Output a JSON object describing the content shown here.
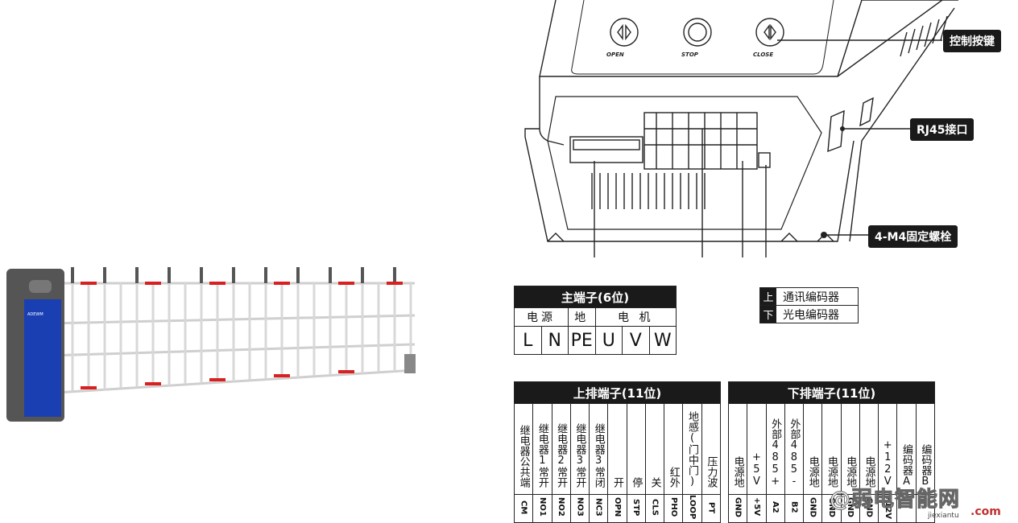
{
  "controller": {
    "buttons": [
      {
        "label": "OPEN"
      },
      {
        "label": "STOP"
      },
      {
        "label": "CLOSE"
      }
    ]
  },
  "callouts": {
    "control_buttons": "控制按键",
    "rj45": "RJ45接口",
    "bolts": "4-M4固定螺栓"
  },
  "main_terminal": {
    "title": "主端子(6位)",
    "groups": [
      "电源",
      "地",
      "电 机"
    ],
    "pins": [
      "L",
      "N",
      "PE",
      "U",
      "V",
      "W"
    ]
  },
  "encoder": {
    "upper_key": "上",
    "upper_label": "通讯编码器",
    "lower_key": "下",
    "lower_label": "光电编码器"
  },
  "upper_terminal": {
    "title": "上排端子(11位)",
    "pins": [
      {
        "desc": "继电器公共端",
        "code": "CM"
      },
      {
        "desc": "继电器1常开",
        "code": "NO1"
      },
      {
        "desc": "继电器2常开",
        "code": "NO2"
      },
      {
        "desc": "继电器3常开",
        "code": "NO3"
      },
      {
        "desc": "继电器3常闭",
        "code": "NC3"
      },
      {
        "desc": "开",
        "code": "OPN"
      },
      {
        "desc": "停",
        "code": "STP"
      },
      {
        "desc": "关",
        "code": "CLS"
      },
      {
        "desc": "红外",
        "code": "PHO"
      },
      {
        "desc": "地感(门中门)",
        "code": "LOOP"
      },
      {
        "desc": "压力波",
        "code": "PT"
      }
    ]
  },
  "lower_terminal": {
    "title": "下排端子(11位)",
    "pins": [
      {
        "desc": "电源地",
        "code": "GND"
      },
      {
        "desc": "+5V",
        "code": "+5V"
      },
      {
        "desc": "外部485+",
        "code": "A2"
      },
      {
        "desc": "外部485-",
        "code": "B2"
      },
      {
        "desc": "电源地",
        "code": "GND"
      },
      {
        "desc": "电源地",
        "code": "GND"
      },
      {
        "desc": "电源地",
        "code": "GND"
      },
      {
        "desc": "电源地",
        "code": "GND"
      },
      {
        "desc": "+12V",
        "code": "+12V"
      },
      {
        "desc": "编码器A",
        "code": ""
      },
      {
        "desc": "编码器B",
        "code": ""
      }
    ]
  },
  "watermark": {
    "text": "@弱电智能网",
    "sub": "jiexiantu",
    "domain": ".com"
  }
}
